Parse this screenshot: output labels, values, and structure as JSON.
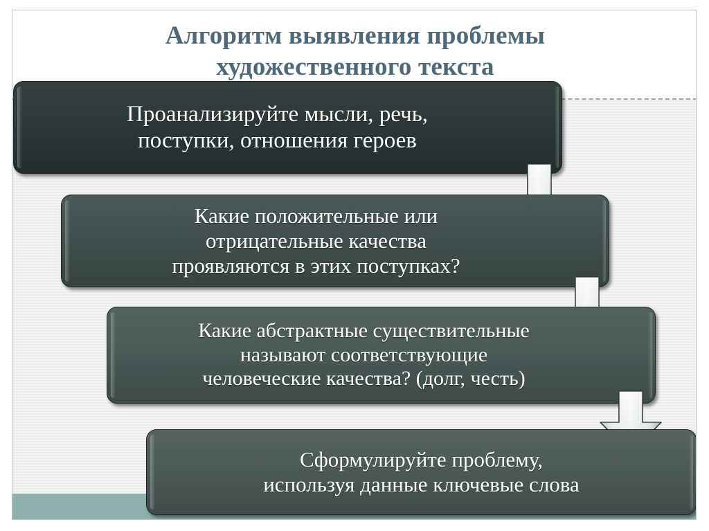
{
  "slide": {
    "title": "Алгоритм выявления проблемы\nхудожественного текста",
    "title_color": "#4d697a",
    "background_color": "#ffffff",
    "accent_bar_color": "#8fb1ad",
    "frame_border_color": "#b6c6cc",
    "box_fill_color": "#2c3838",
    "box_text_color": "#ffffff",
    "arrow_color": "#dfe3e4"
  },
  "flow": {
    "steps": [
      {
        "id": "step-1",
        "text": "Проанализируйте мысли, речь,\nпоступки, отношения героев"
      },
      {
        "id": "step-2",
        "text": "Какие положительные или\nотрицательные качества\nпроявляются в этих поступках?"
      },
      {
        "id": "step-3",
        "text": "Какие абстрактные существительные\nназывают соответствующие\nчеловеческие качества? (долг, честь)"
      },
      {
        "id": "step-4",
        "text": "Сформулируйте проблему,\nиспользуя данные ключевые слова"
      }
    ],
    "connectors": [
      {
        "id": "arrow-1",
        "icon": "arrow-down-icon"
      },
      {
        "id": "arrow-2",
        "icon": "arrow-down-icon"
      },
      {
        "id": "arrow-3",
        "icon": "arrow-down-icon"
      }
    ]
  }
}
